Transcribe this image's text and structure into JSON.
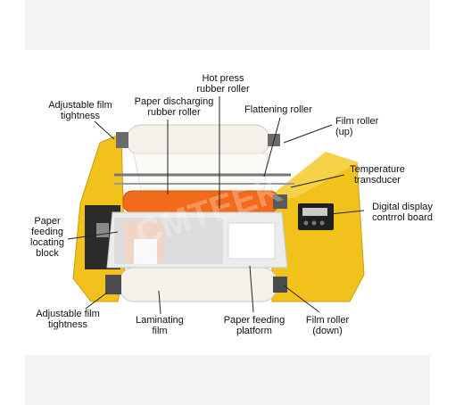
{
  "labels": {
    "hot_press": "Hot press\nrubber roller",
    "paper_discharging": "Paper discharging\nrubber roller",
    "flattening": "Flattening roller",
    "adjustable_top": "Adjustable film\ntightness",
    "film_roller_up": "Film roller\n(up)",
    "temperature": "Temperature\ntransducer",
    "digital_display": "Digital display\ncontrrol board",
    "paper_feeding_block": "Paper\nfeeding\nlocating\nblock",
    "adjustable_bottom": "Adjustable film\ntightness",
    "laminating_film": "Laminating\nfilm",
    "paper_platform": "Paper feeding\nplatform",
    "film_roller_down": "Film roller\n(down)"
  },
  "watermark": "CMTEEK",
  "colors": {
    "machine_body": "#f2c21c",
    "orange_roller": "#f26a1a",
    "display_panel": "#1f1f1f"
  }
}
